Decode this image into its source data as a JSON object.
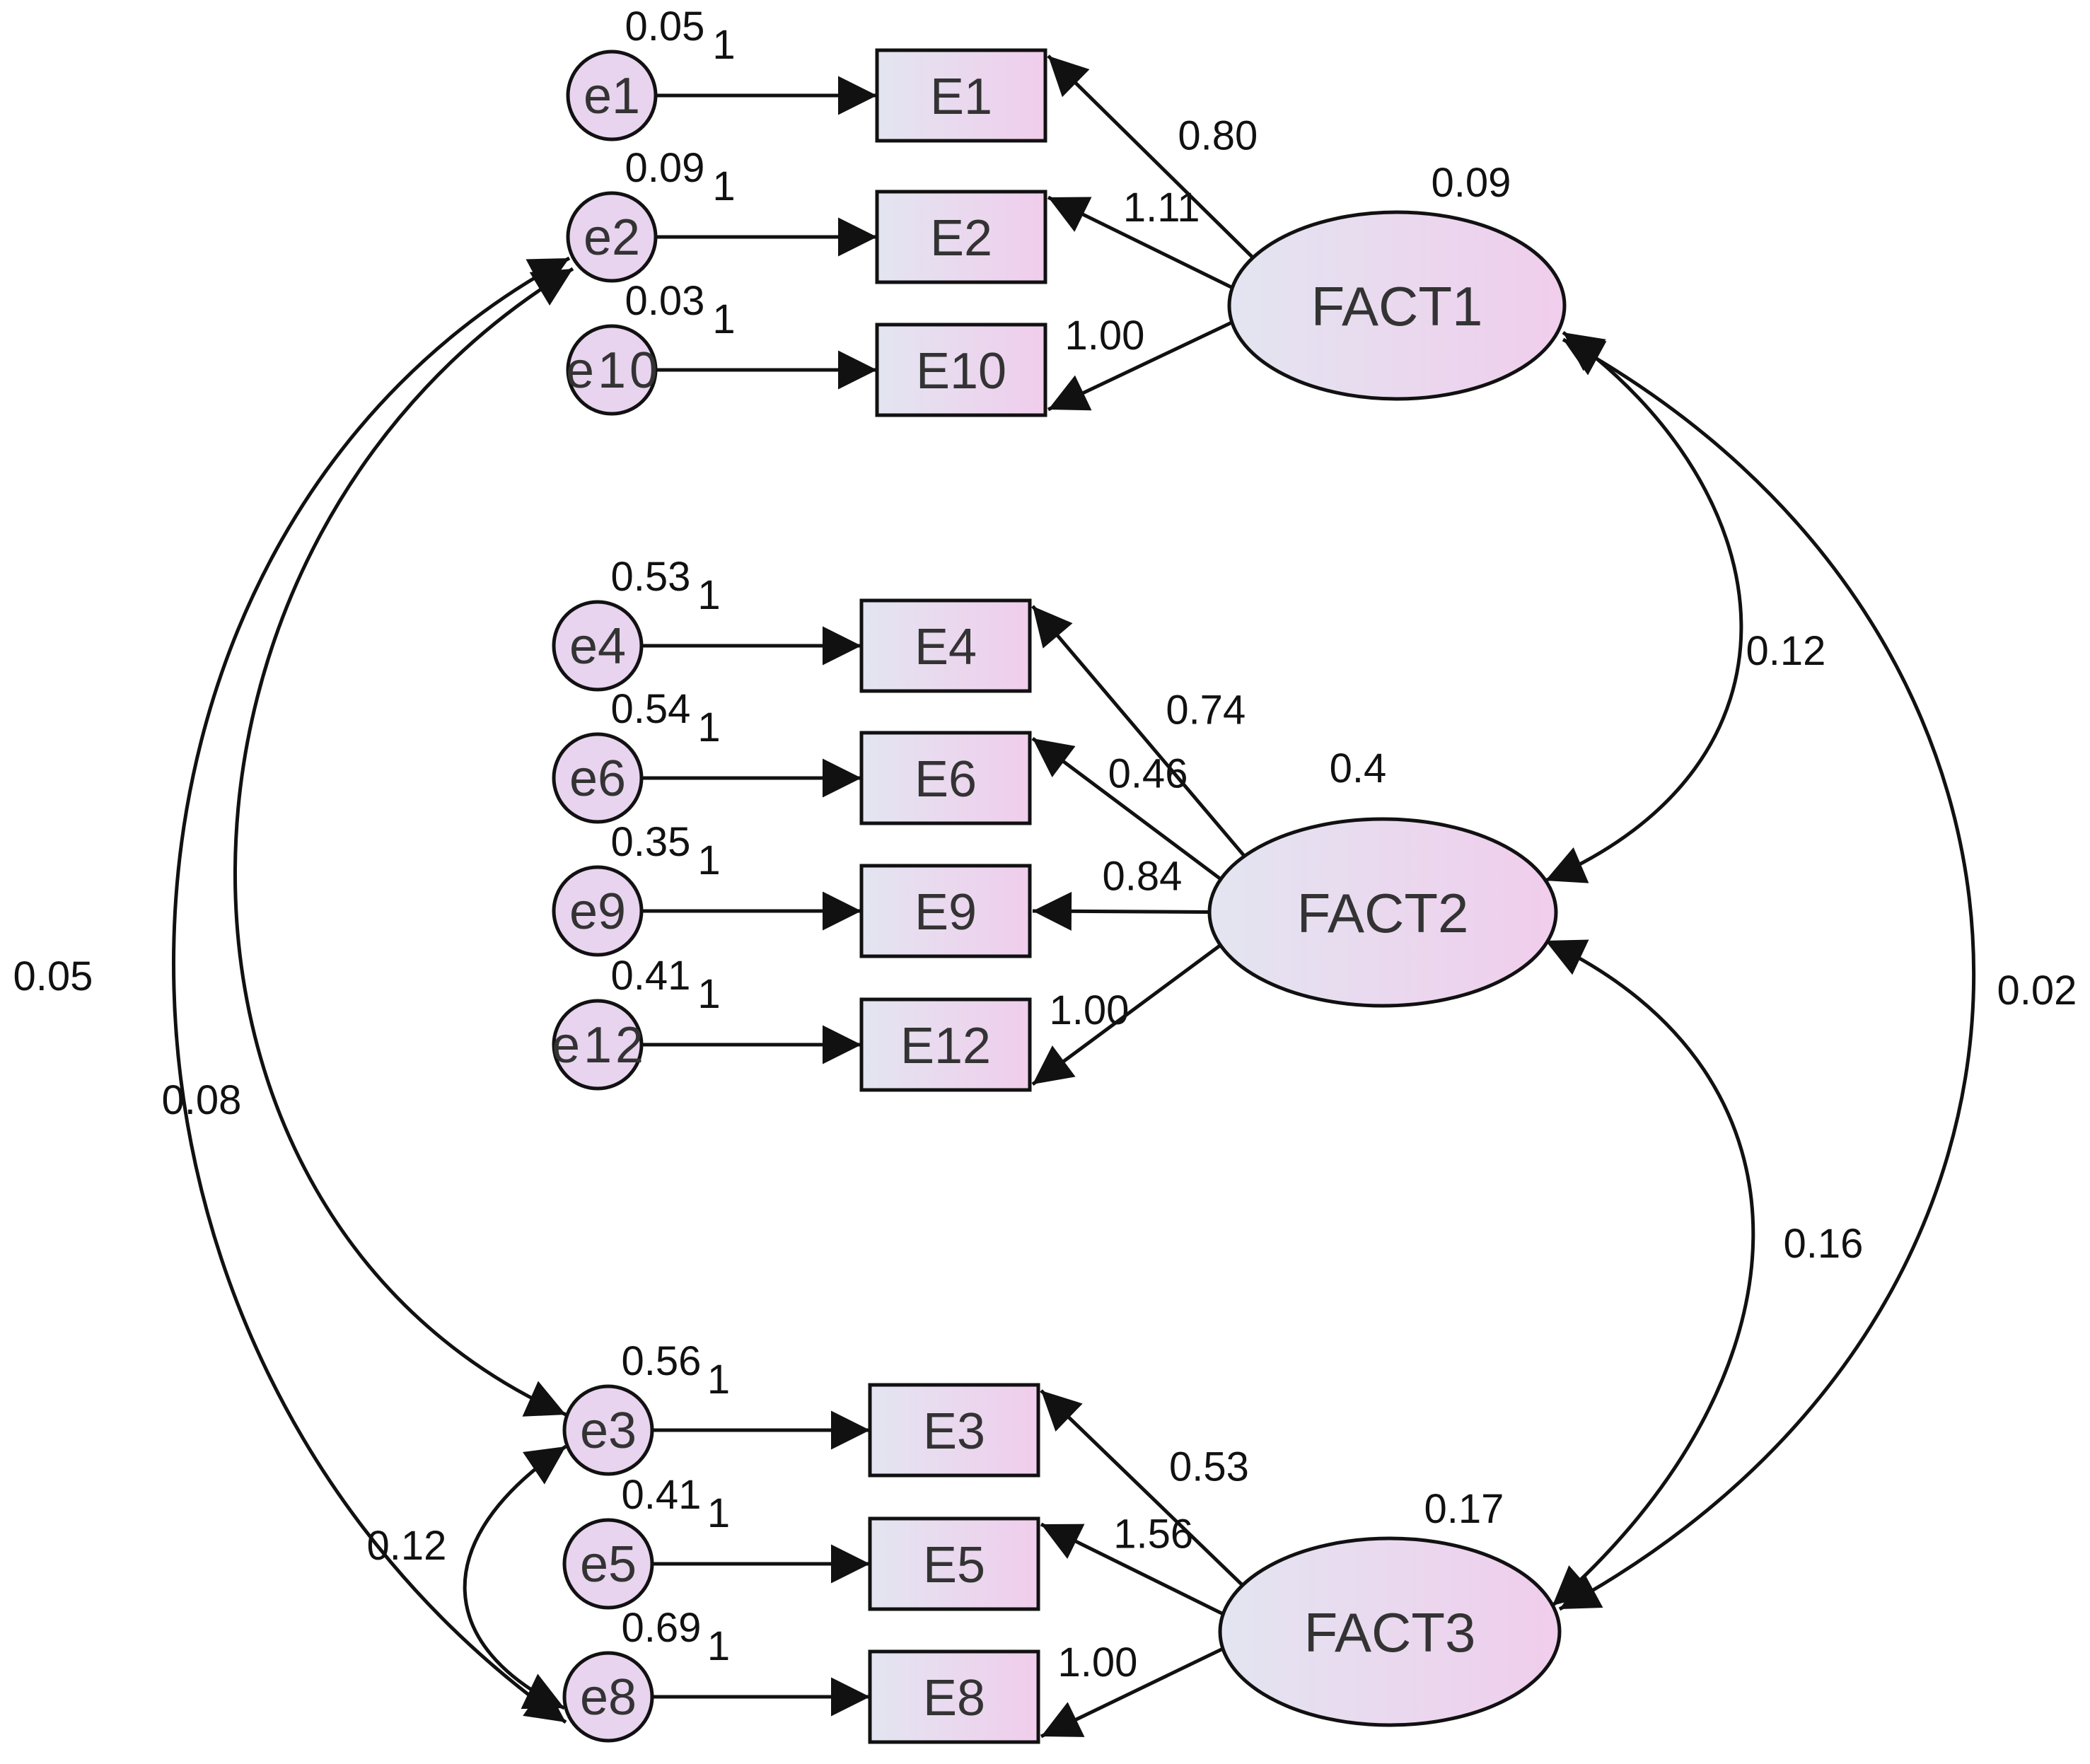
{
  "colors": {
    "stroke": "#111111",
    "fill_light": "#e3e5f1",
    "fill_pink": "#f0cdec",
    "text": "#333333"
  },
  "observed": [
    "E1",
    "E2",
    "E10",
    "E4",
    "E6",
    "E9",
    "E12",
    "E3",
    "E5",
    "E8"
  ],
  "errors": [
    {
      "name": "e1",
      "variance": "0.05",
      "path": "1"
    },
    {
      "name": "e2",
      "variance": "0.09",
      "path": "1"
    },
    {
      "name": "e10",
      "variance": "0.03",
      "path": "1"
    },
    {
      "name": "e4",
      "variance": "0.53",
      "path": "1"
    },
    {
      "name": "e6",
      "variance": "0.54",
      "path": "1"
    },
    {
      "name": "e9",
      "variance": "0.35",
      "path": "1"
    },
    {
      "name": "e12",
      "variance": "0.41",
      "path": "1"
    },
    {
      "name": "e3",
      "variance": "0.56",
      "path": "1"
    },
    {
      "name": "e5",
      "variance": "0.41",
      "path": "1"
    },
    {
      "name": "e8",
      "variance": "0.69",
      "path": "1"
    }
  ],
  "factors": [
    {
      "name": "FACT1",
      "variance": "0.09",
      "loadings": [
        "0.80",
        "1.11",
        "1.00"
      ]
    },
    {
      "name": "FACT2",
      "variance": "0.4",
      "loadings": [
        "0.74",
        "0.46",
        "0.84",
        "1.00"
      ]
    },
    {
      "name": "FACT3",
      "variance": "0.17",
      "loadings": [
        "0.53",
        "1.56",
        "1.00"
      ]
    }
  ],
  "covariances": {
    "fact1_fact2": "0.12",
    "fact2_fact3": "0.16",
    "fact1_fact3": "0.02",
    "e2_e8": "0.05",
    "e2_e3": "0.08",
    "e3_e8": "0.12"
  }
}
